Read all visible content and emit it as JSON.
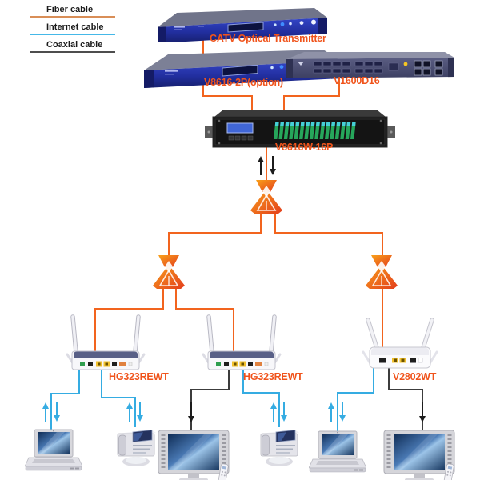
{
  "legend": {
    "items": [
      {
        "label": "Fiber cable",
        "color": "#d98e57"
      },
      {
        "label": "Internet cable",
        "color": "#45b8e8"
      },
      {
        "label": "Coaxial cable",
        "color": "#4d4d4d"
      }
    ]
  },
  "devices": {
    "catv_transmitter": {
      "label": "CATV Optical Transmitter"
    },
    "v8616_2p": {
      "label": "V8616-2P(option)"
    },
    "v1600d16": {
      "label": "V1600D16"
    },
    "v8616w_16p": {
      "label": "V8616W-16P"
    },
    "router_left": {
      "label": "HG323REWT"
    },
    "router_mid": {
      "label": "HG323REWT"
    },
    "router_right": {
      "label": "V2802WT"
    }
  },
  "colors": {
    "fiber_line": "#f2641e",
    "internet_line": "#35ace2",
    "coax_line": "#3c3c3c",
    "label": "#f0541c"
  }
}
